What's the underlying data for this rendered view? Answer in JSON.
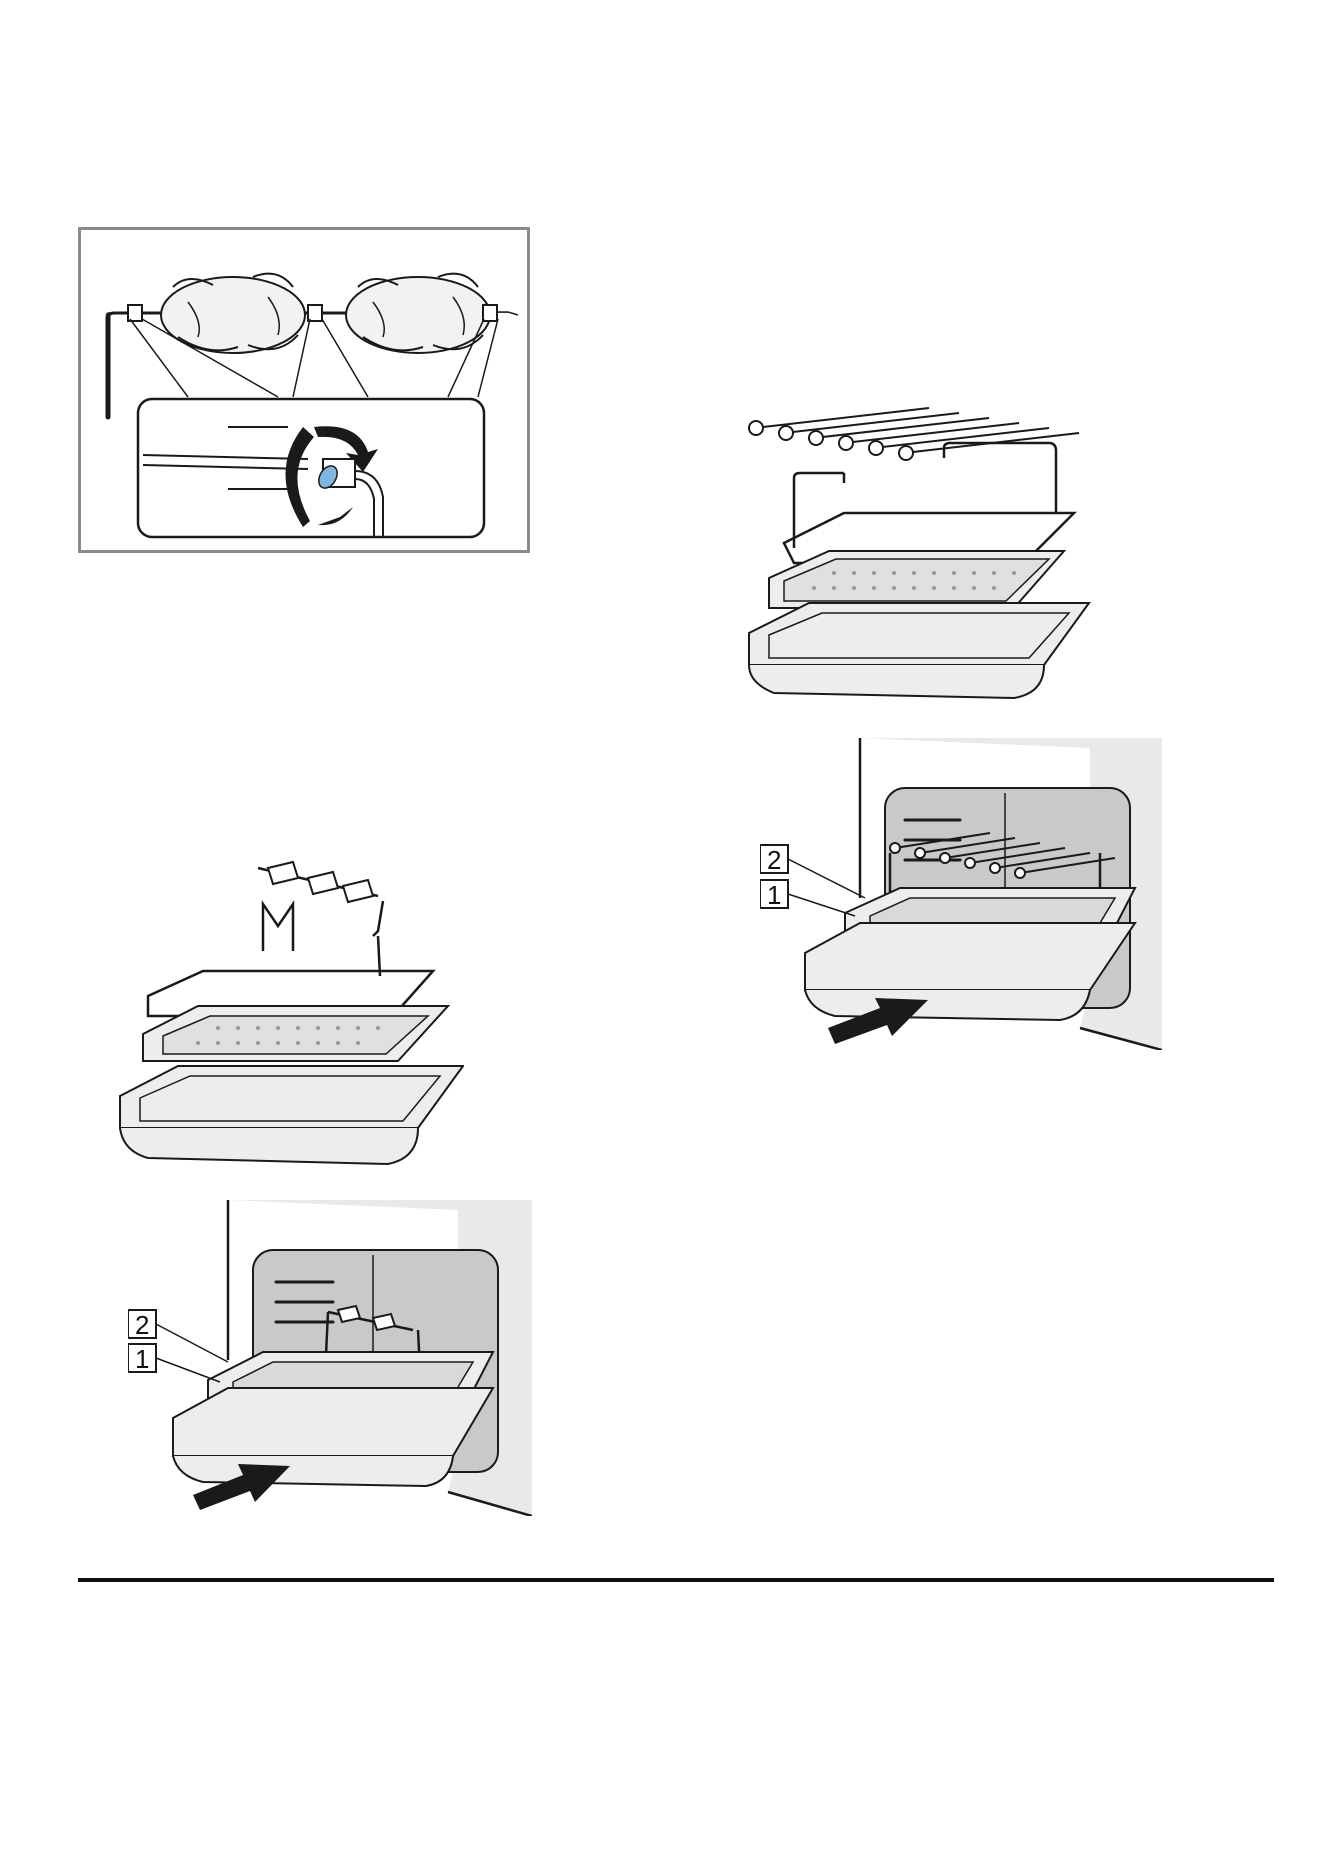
{
  "figures": {
    "oven_left": {
      "label_2": "2",
      "label_1": "1"
    },
    "oven_right": {
      "label_2": "2",
      "label_1": "1"
    }
  },
  "colors": {
    "line": "#1a1a1a",
    "tray_fill": "#ededed",
    "oven_wall": "#e9e9eb",
    "oven_cavity": "#c9c9cc",
    "figure_frame": "#8a8a8a",
    "accent_blue": "#7fb7e0"
  }
}
